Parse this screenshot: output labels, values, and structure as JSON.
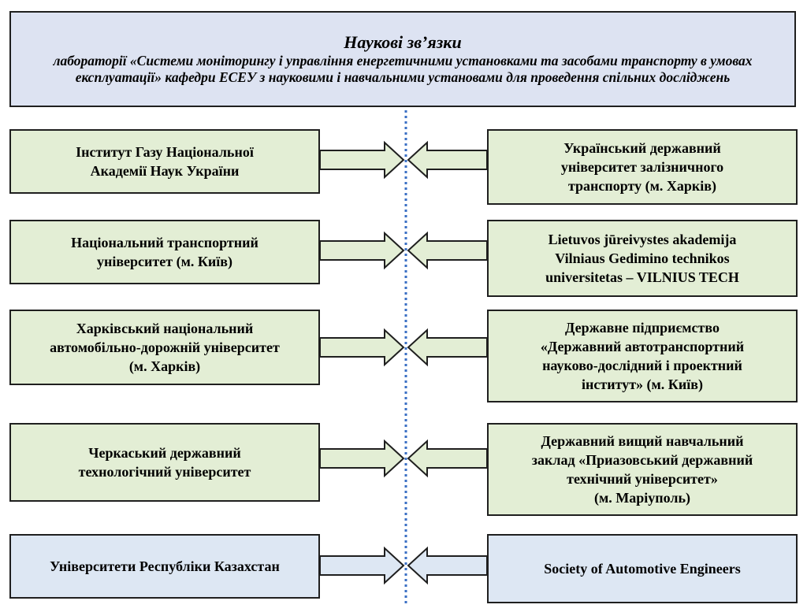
{
  "header": {
    "title": "Наукові зв’язки",
    "subtitle": "лабораторії «Системи моніторингу і управління енергетичними установками та засобами транспорту в умовах експлуатації» кафедри ЕСЕУ з науковими і навчальними установами для проведення спільних досліджень"
  },
  "left": [
    "Інститут Газу Національної\nАкадемії Наук України",
    "Національний транспортний\nуніверситет (м. Київ)",
    "Харківський національний\nавтомобільно-дорожній університет\n(м. Харків)",
    "Черкаський державний\nтехнологічний університет",
    "Університети Республіки Казахстан"
  ],
  "right": [
    "Український державний\nуніверситет залізничного\nтранспорту (м. Харків)",
    "Lietuvos jūreivystes akademija\nVilniaus Gedimino technikos\nuniversitetas – VILNIUS TECH",
    "Державне підприємство\n«Державний автотранспортний\nнауково-дослідний і проектний\nінститут» (м. Київ)",
    "Державний вищий навчальний\nзаклад «Приазовський державний\nтехнічний університет»\n(м. Маріуполь)",
    "Society of Automotive Engineers"
  ],
  "colors": {
    "header_fill": "#dde3f2",
    "green_fill": "#e3eed5",
    "blue_fill": "#dde7f3",
    "border": "#1f1f1f",
    "dotted_line": "#3a6fc4"
  }
}
